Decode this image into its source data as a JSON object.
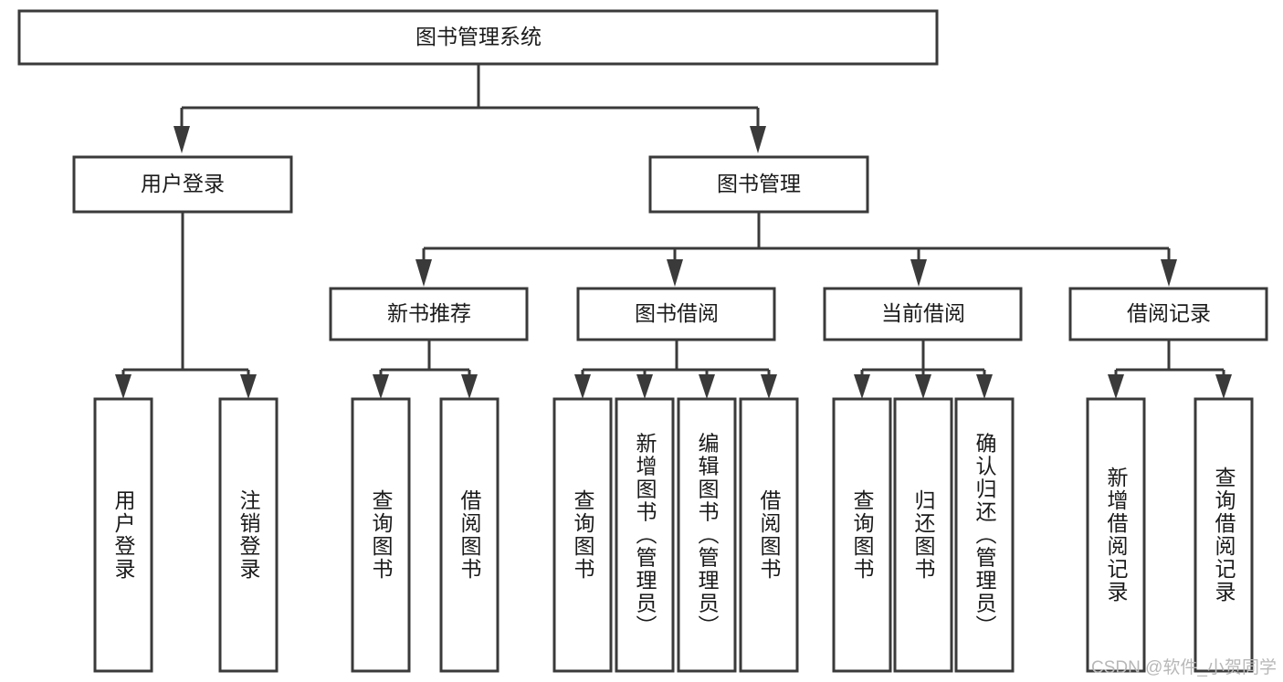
{
  "diagram": {
    "type": "hierarchy-tree",
    "title": "图书管理系统",
    "watermark": "CSDN @软件_小贺同学",
    "colors": {
      "stroke": "#3a3a3a",
      "box_fill": "#ffffff",
      "text": "#1a1a1a",
      "watermark": "#b8b8b8",
      "background": "#ffffff"
    },
    "levels": {
      "root": {
        "label": "图书管理系统"
      },
      "level1": [
        {
          "label": "用户登录"
        },
        {
          "label": "图书管理"
        }
      ],
      "level2": [
        {
          "label": "新书推荐"
        },
        {
          "label": "图书借阅"
        },
        {
          "label": "当前借阅"
        },
        {
          "label": "借阅记录"
        }
      ]
    },
    "leaves": {
      "user_login": [
        {
          "label": "用户登录"
        },
        {
          "label": "注销登录"
        }
      ],
      "new_book_recommend": [
        {
          "label": "查询图书"
        },
        {
          "label": "借阅图书"
        }
      ],
      "book_borrow": [
        {
          "label": "查询图书"
        },
        {
          "label": "新增图书（管理员）"
        },
        {
          "label": "编辑图书（管理员）"
        },
        {
          "label": "借阅图书"
        }
      ],
      "current_borrow": [
        {
          "label": "查询图书"
        },
        {
          "label": "归还图书"
        },
        {
          "label": "确认归还（管理员）"
        }
      ],
      "borrow_record": [
        {
          "label": "新增借阅记录"
        },
        {
          "label": "查询借阅记录"
        }
      ]
    }
  }
}
